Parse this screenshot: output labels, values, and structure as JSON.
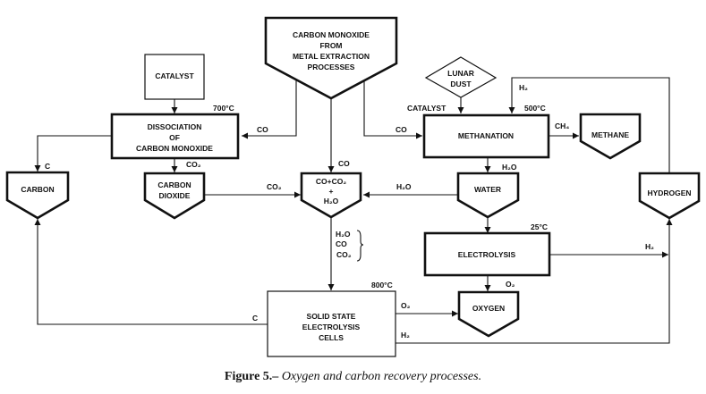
{
  "nodes": {
    "co_source": [
      "CARBON MONOXIDE",
      "FROM",
      "METAL EXTRACTION",
      "PROCESSES"
    ],
    "catalyst": "CATALYST",
    "dissociation": [
      "DISSOCIATION",
      "OF",
      "CARBON MONOXIDE"
    ],
    "carbon": "CARBON",
    "carbon_dioxide": [
      "CARBON",
      "DIOXIDE"
    ],
    "mix": [
      "CO+CO₂",
      "+",
      "H₂O"
    ],
    "lunar_dust": [
      "LUNAR",
      "DUST"
    ],
    "methanation": "METHANATION",
    "methane": "METHANE",
    "water": "WATER",
    "hydrogen": "HYDROGEN",
    "electrolysis": "ELECTROLYSIS",
    "oxygen": "OXYGEN",
    "solid_state": [
      "SOLID STATE",
      "ELECTROLYSIS",
      "CELLS"
    ]
  },
  "temperatures": {
    "dissociation": "700°C",
    "methanation": "500°C",
    "electrolysis": "25°C",
    "solid_state": "800°C"
  },
  "edge_labels": {
    "co_to_dissociation": "CO",
    "co_to_mix": "CO",
    "co_to_methanation": "CO",
    "dissociation_to_carbon": "C",
    "dissociation_to_co2": "CO₂",
    "co2_to_mix": "CO₂",
    "water_to_mix": "H₂O",
    "catalyst_methanation": "CATALYST",
    "h2_to_methanation": "H₂",
    "methanation_to_methane": "CH₄",
    "methanation_to_water": "H₂O",
    "mix_to_solid": [
      "H₂O",
      "CO",
      "CO₂"
    ],
    "electrolysis_to_hydrogen": "H₂",
    "electrolysis_to_oxygen": "O₂",
    "solid_to_oxygen": "O₂",
    "solid_to_hydrogen": "H₂",
    "solid_to_carbon": "C"
  },
  "caption": {
    "figure": "Figure 5.–",
    "text": "Oxygen and carbon recovery processes."
  }
}
